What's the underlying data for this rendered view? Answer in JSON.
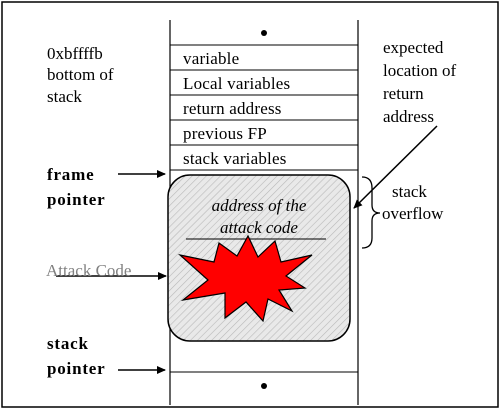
{
  "stack_cells": [
    "variable",
    "Local variables",
    "return address",
    "previous FP",
    "stack variables"
  ],
  "left_labels": {
    "address_line1": "0xbffffb",
    "address_line2": "bottom of",
    "address_line3": "stack",
    "frame_pointer_line1": "frame",
    "frame_pointer_line2": "pointer",
    "attack_code": "Attack Code",
    "stack_pointer_line1": "stack",
    "stack_pointer_line2": "pointer"
  },
  "right_labels": {
    "expected_line1": "expected",
    "expected_line2": "location of",
    "expected_line3": "return",
    "expected_line4": "address",
    "overflow_line1": "stack",
    "overflow_line2": "overflow"
  },
  "payload": {
    "line1": "address of the",
    "line2": "attack code"
  },
  "colors": {
    "explosion_fill": "#ff0000",
    "payload_fill": "#e6e6e6",
    "attack_code_text": "#808080"
  },
  "icons": {
    "explosion": "explosion-starburst-icon",
    "ellipsis_top": "dot-icon",
    "ellipsis_bottom": "dot-icon"
  }
}
